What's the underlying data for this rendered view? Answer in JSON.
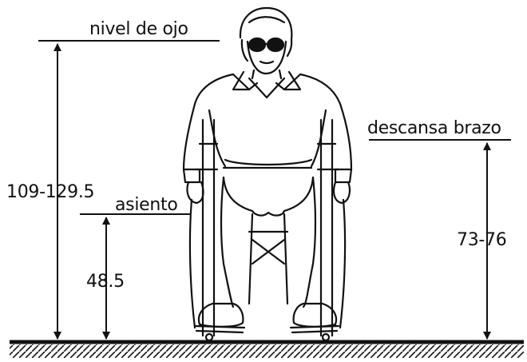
{
  "labels": {
    "eye_level": "nivel de ojo",
    "eye_height": "109-129.5",
    "seat": "asiento",
    "seat_height": "48.5",
    "armrest": "descansa brazo",
    "armrest_height": "73-76"
  },
  "colors": {
    "ink": "#111111",
    "paper": "#ffffff"
  }
}
